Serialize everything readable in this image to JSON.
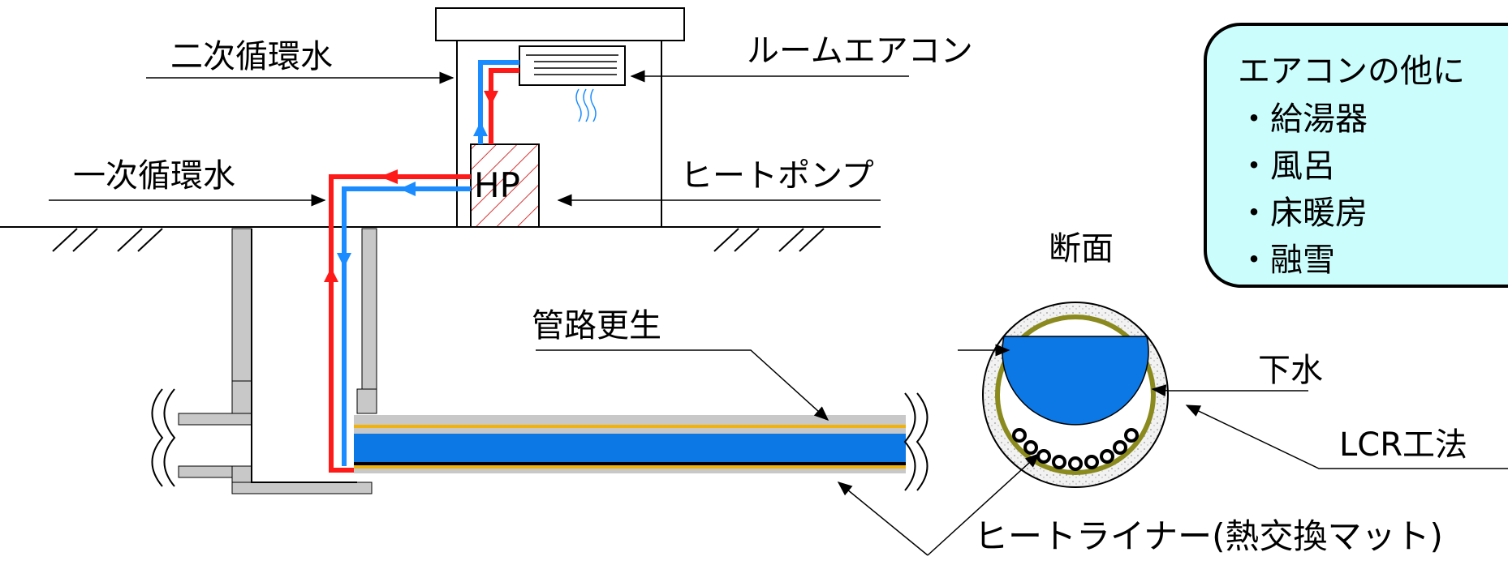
{
  "labels": {
    "secondary_loop": "二次循環水",
    "room_aircon": "ルームエアコン",
    "primary_loop": "一次循環水",
    "heat_pump": "ヒートポンプ",
    "hp_unit": "HP",
    "cross_section": "断面",
    "pipe_rehab": "管路更生",
    "sewage": "下水",
    "lcr_method": "LCR工法",
    "heat_liner": "ヒートライナー(熱交換マット)"
  },
  "callout": {
    "title": "エアコンの他に",
    "items": [
      "・給湯器",
      "・風呂",
      "・床暖房",
      "・融雪"
    ]
  },
  "colors": {
    "hot_pipe": "#ff1a1a",
    "cold_pipe": "#1a8cff",
    "sewage_water": "#0b78e6",
    "liner_stripe": "#f2b20c",
    "concrete": "#c8c8c8",
    "callout_fill": "#ccfdfd",
    "hp_hatch": "#d63a3a",
    "section_ring": "#8a8a1e"
  }
}
